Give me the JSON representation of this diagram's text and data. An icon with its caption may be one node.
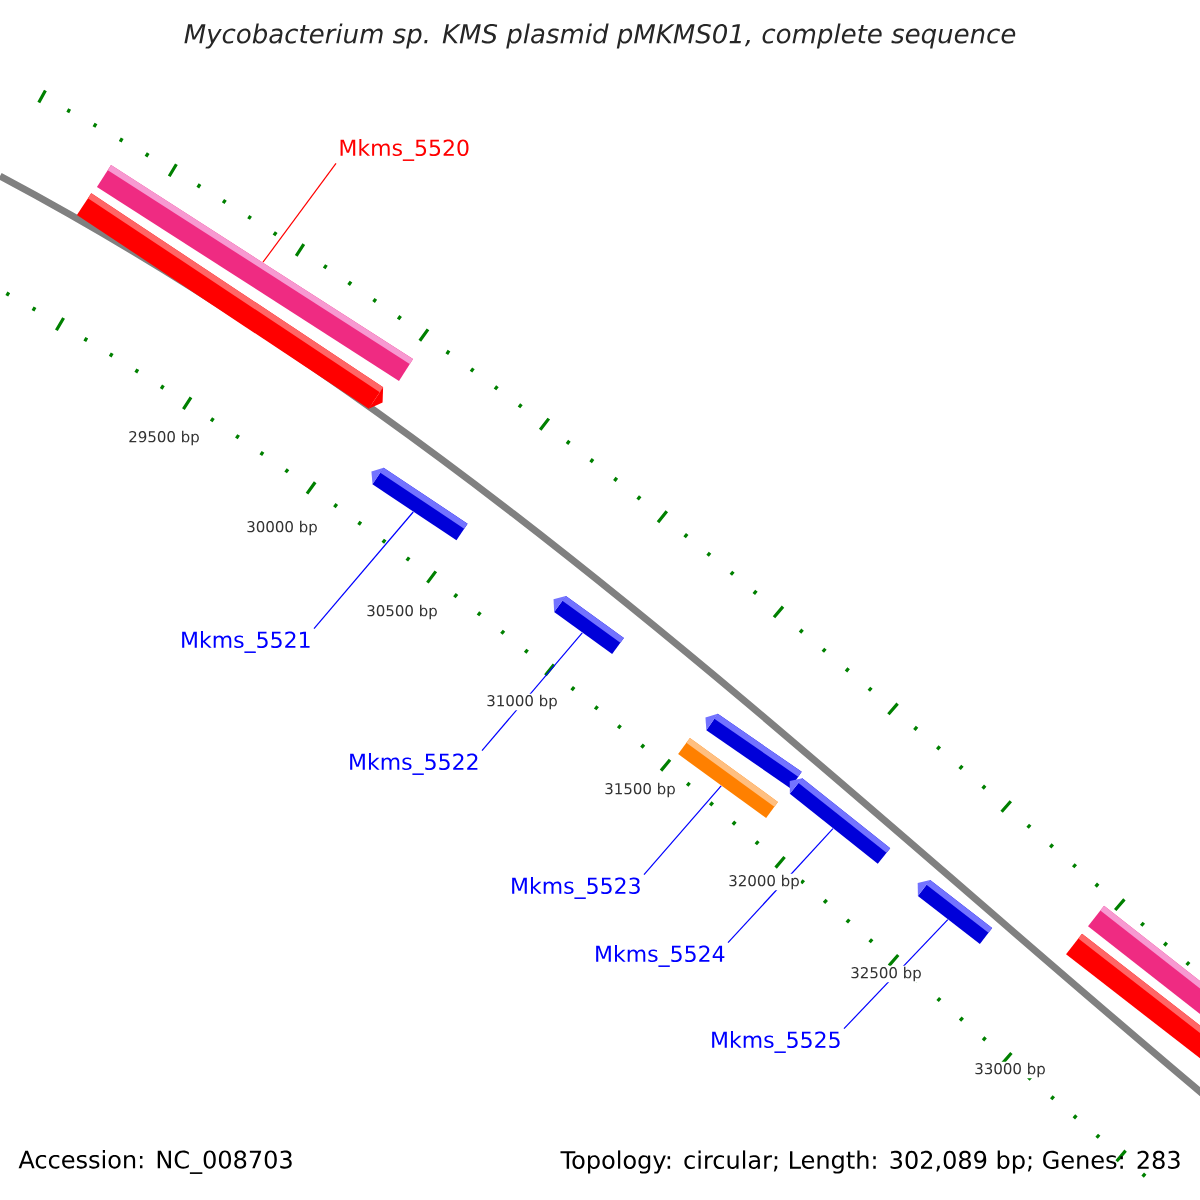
{
  "diagram": {
    "title": "Mycobacterium sp. KMS plasmid pMKMS01, complete sequence",
    "nodes": [
      {
        "text": [
          "Mkms_5520"
        ]
      },
      {
        "text": [
          "Mkms_5521"
        ]
      },
      {
        "text": [
          "Mkms_5522"
        ]
      },
      {
        "text": [
          "Mkms_5523"
        ]
      },
      {
        "text": [
          "Mkms_5524"
        ]
      },
      {
        "text": [
          "Mkms_5525"
        ]
      },
      {
        "text": [],
        "shape": "bar"
      },
      {
        "text": [],
        "shape": "bar"
      },
      {
        "text": [],
        "shape": "bar"
      },
      {
        "text": [],
        "shape": "bar"
      },
      {
        "text": [],
        "shape": "bar"
      },
      {
        "text": [],
        "shape": "bar"
      }
    ],
    "edges": [
      {
        "from": 0,
        "to": 6,
        "arrow": "none",
        "color": "#ff0000"
      },
      {
        "from": 1,
        "to": 7,
        "arrow": "none"
      },
      {
        "from": 2,
        "to": 8,
        "arrow": "none"
      },
      {
        "from": 3,
        "to": 9,
        "arrow": "none"
      },
      {
        "from": 4,
        "to": 10,
        "arrow": "none"
      },
      {
        "from": 5,
        "to": 11,
        "arrow": "none"
      }
    ],
    "labels": [
      "29500 bp",
      "30000 bp",
      "30500 bp",
      "31000 bp",
      "31500 bp",
      "32000 bp",
      "32500 bp",
      "33000 bp",
      "Accession: NC_008703",
      "Topology: circular; Length: 302,089 bp; Genes: 283"
    ]
  }
}
